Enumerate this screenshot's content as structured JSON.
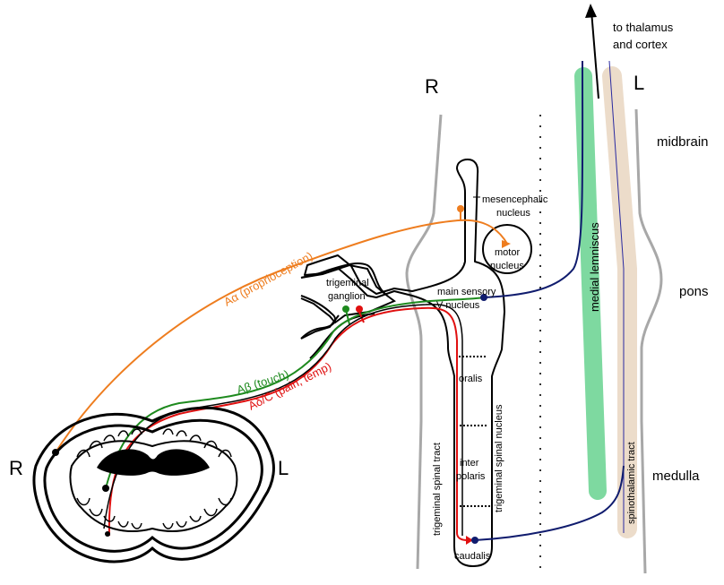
{
  "labels": {
    "side_right_upper": "R",
    "side_left_upper": "L",
    "side_right_lower": "R",
    "side_left_lower": "L",
    "thalamus_line1": "to thalamus",
    "thalamus_line2": "and cortex",
    "midbrain": "midbrain",
    "pons": "pons",
    "medulla": "medulla",
    "mesencephalic_line1": "mesencephalic",
    "mesencephalic_line2": "nucleus",
    "motor_line1": "motor",
    "motor_line2": "nucleus",
    "trigeminal_line1": "trigeminal",
    "trigeminal_line2": "ganglion",
    "main_sensory_line1": "main sensory",
    "main_sensory_line2": "V nucleus",
    "oralis": "oralis",
    "interpolaris_line1": "inter",
    "interpolaris_line2": "polaris",
    "caudalis": "caudalis",
    "spinal_tract": "trigeminal spinal tract",
    "spinal_nucleus": "trigeminal spinal nucleus",
    "medial_lemniscus": "medial lemniscus",
    "spinothalamic_tract": "spinothalamic tract",
    "fiber_proprioception": "Aα (proprioception)",
    "fiber_touch": "Aβ (touch)",
    "fiber_pain": "Aδ/C (pain, temp)"
  },
  "colors": {
    "proprioception": "#ee7d1f",
    "touch": "#1e8a1e",
    "pain_temp": "#e01010",
    "lemniscal": "#101c6e",
    "medial_lemniscus_band": "#7ed9a0",
    "spinothalamic_band": "#ecdcca",
    "brainstem_outline": "#a8a8a8",
    "outline": "#000000"
  }
}
